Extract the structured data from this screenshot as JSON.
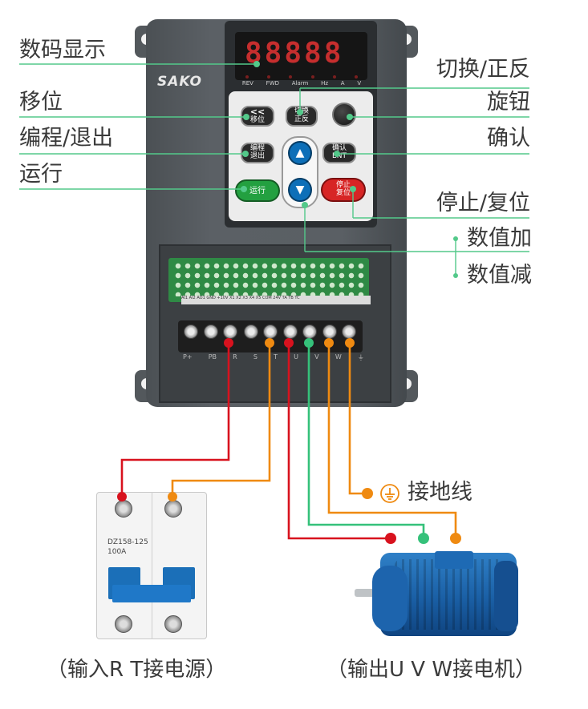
{
  "callouts": {
    "digital_display": "数码显示",
    "shift": "移位",
    "program_exit": "编程/退出",
    "run": "运行",
    "switch_fwd_rev": "切换/正反",
    "knob": "旋钮",
    "confirm": "确认",
    "stop_reset": "停止/复位",
    "value_up": "数值加",
    "value_down": "数值减",
    "ground_wire": "接地线"
  },
  "captions": {
    "input": "（输入R T接电源）",
    "output": "（输出U V W接电机）"
  },
  "inverter": {
    "brand": "SAKO",
    "display_digits": "88888",
    "indicators": [
      "REV",
      "FWD",
      "Alarm",
      "Hz",
      "A",
      "V"
    ],
    "keys": {
      "shift_symbol": "<<",
      "shift_label": "移位",
      "switch_line1": "切换",
      "switch_line2": "正反",
      "prog_line1": "编程",
      "prog_line2": "退出",
      "ent_line1": "确认",
      "ent_line2": "ENT",
      "run_label": "运行",
      "stop_line1": "停止",
      "stop_line2": "复位"
    },
    "terminals": [
      "P+",
      "PB",
      "R",
      "S",
      "T",
      "U",
      "V",
      "W",
      "⏚"
    ],
    "pcb_strip_text": "AI1 AI2 AO1 GND +10V X1 X2 X3 X4 X5 COM 24V TA TB TC"
  },
  "breaker": {
    "model": "DZ158-125",
    "rating": "100A"
  },
  "colors": {
    "line_red": "#d8121e",
    "line_orange": "#ef8a11",
    "line_green": "#35c17a",
    "callout_line": "#53c98a"
  }
}
